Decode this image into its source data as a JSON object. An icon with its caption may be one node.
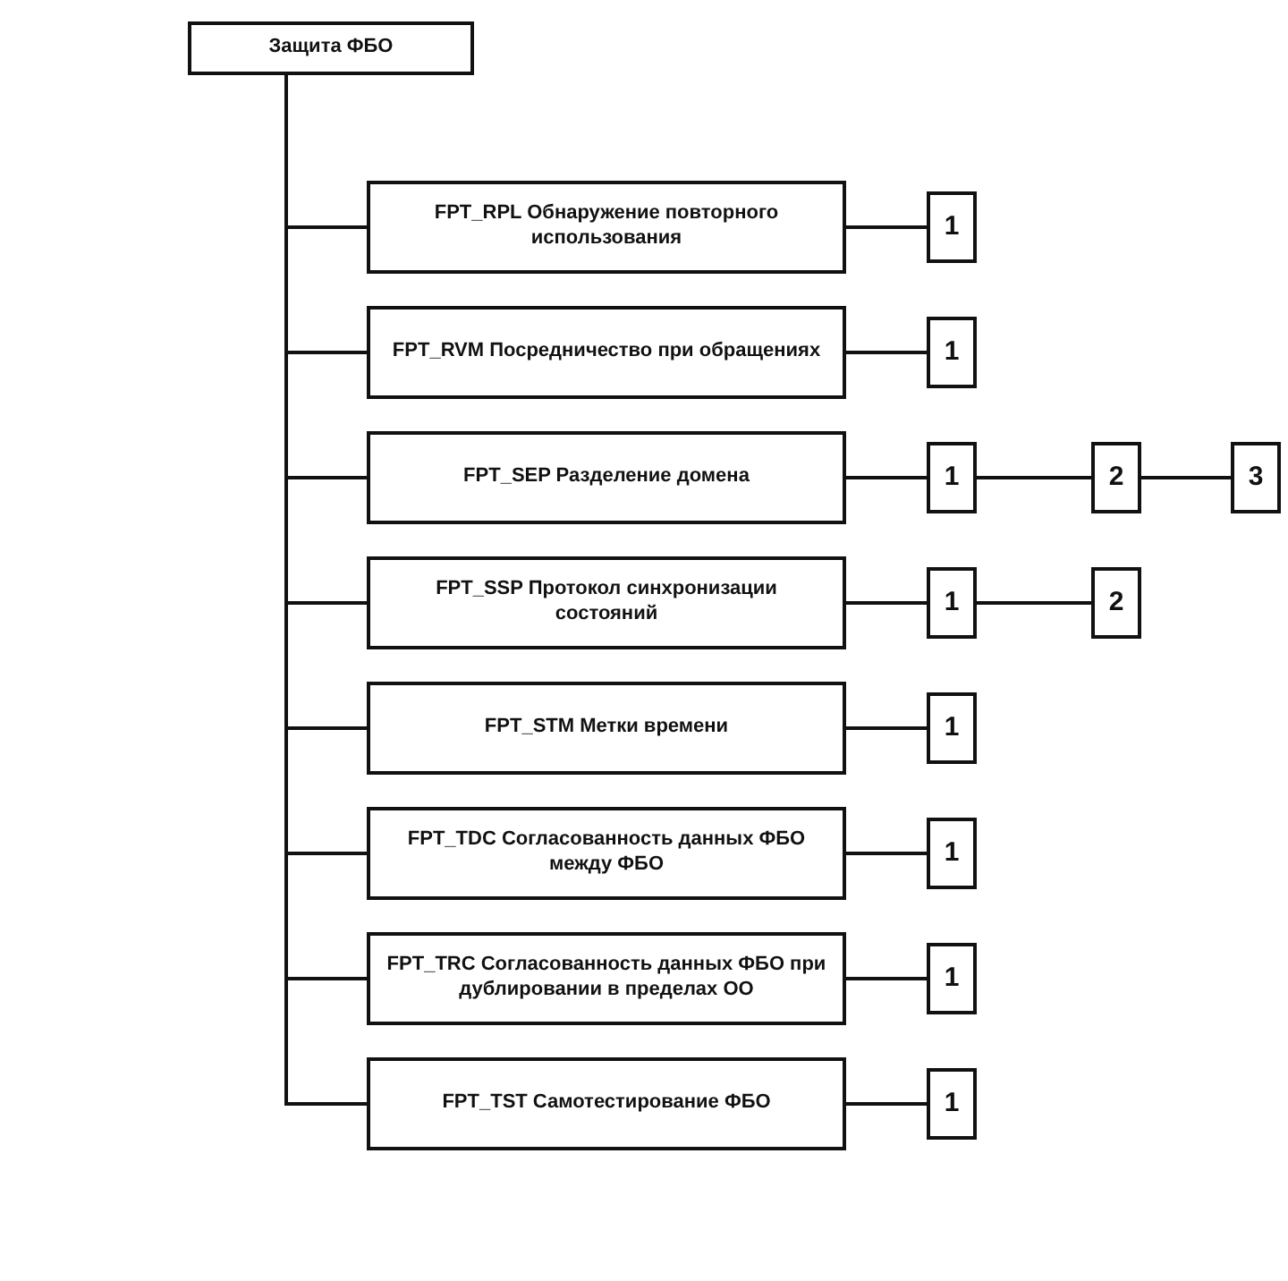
{
  "diagram": {
    "nodes": [
      {
        "text": [
          "Защита ФБО"
        ]
      },
      {
        "text": [
          "FPT_RPL Обнаружение повторного использования"
        ]
      },
      {
        "text": [
          "1"
        ]
      },
      {
        "text": [
          "FPT_RVM Посредничество при обращениях"
        ]
      },
      {
        "text": [
          "1"
        ]
      },
      {
        "text": [
          "FPT_SEP Разделение домена"
        ]
      },
      {
        "text": [
          "1"
        ]
      },
      {
        "text": [
          "2"
        ]
      },
      {
        "text": [
          "3"
        ]
      },
      {
        "text": [
          "FPT_SSP Протокол синхронизации состояний"
        ]
      },
      {
        "text": [
          "1"
        ]
      },
      {
        "text": [
          "2"
        ]
      },
      {
        "text": [
          "FPT_STM Метки времени"
        ]
      },
      {
        "text": [
          "1"
        ]
      },
      {
        "text": [
          "FPT_TDC Согласованность данных ФБО между ФБО"
        ]
      },
      {
        "text": [
          "1"
        ]
      },
      {
        "text": [
          "FPT_TRC Согласованность данных ФБО при дублировании в пределах ОО"
        ]
      },
      {
        "text": [
          "1"
        ]
      },
      {
        "text": [
          "FPT_TST Самотестирование ФБО"
        ]
      },
      {
        "text": [
          "1"
        ]
      }
    ],
    "edges": [
      {
        "from": 0,
        "to": 1,
        "arrow": "none"
      },
      {
        "from": 0,
        "to": 3,
        "arrow": "none"
      },
      {
        "from": 0,
        "to": 5,
        "arrow": "none"
      },
      {
        "from": 0,
        "to": 9,
        "arrow": "none"
      },
      {
        "from": 0,
        "to": 12,
        "arrow": "none"
      },
      {
        "from": 0,
        "to": 14,
        "arrow": "none"
      },
      {
        "from": 0,
        "to": 16,
        "arrow": "none"
      },
      {
        "from": 0,
        "to": 18,
        "arrow": "none"
      },
      {
        "from": 1,
        "to": 2,
        "arrow": "none"
      },
      {
        "from": 3,
        "to": 4,
        "arrow": "none"
      },
      {
        "from": 5,
        "to": 6,
        "arrow": "none"
      },
      {
        "from": 6,
        "to": 7,
        "arrow": "none"
      },
      {
        "from": 7,
        "to": 8,
        "arrow": "none"
      },
      {
        "from": 9,
        "to": 10,
        "arrow": "none"
      },
      {
        "from": 10,
        "to": 11,
        "arrow": "none"
      },
      {
        "from": 12,
        "to": 13,
        "arrow": "none"
      },
      {
        "from": 14,
        "to": 15,
        "arrow": "none"
      },
      {
        "from": 16,
        "to": 17,
        "arrow": "none"
      },
      {
        "from": 18,
        "to": 19,
        "arrow": "none"
      }
    ]
  }
}
